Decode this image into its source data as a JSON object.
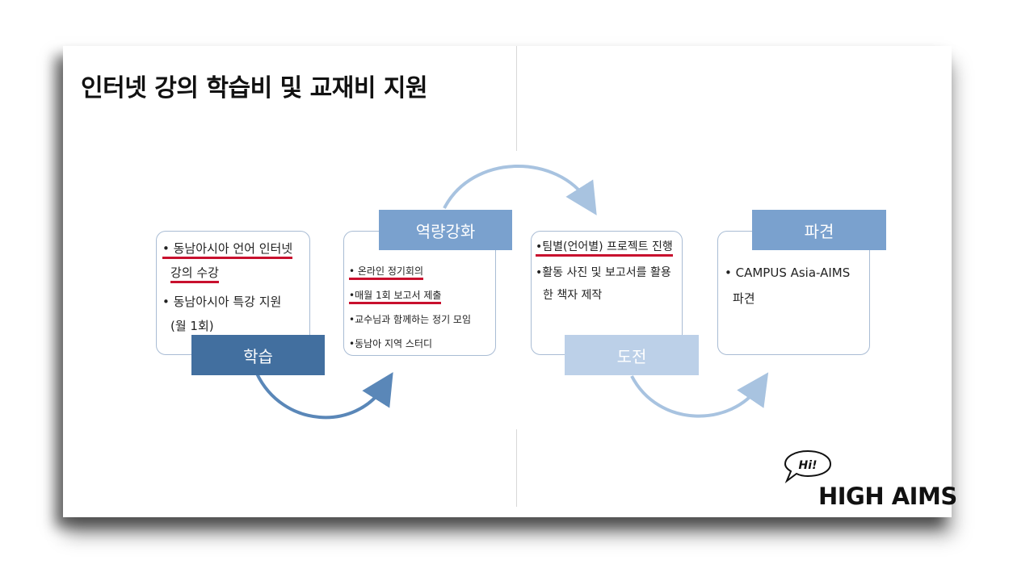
{
  "slide": {
    "title": "인터넷 강의 학습비 및 교재비 지원"
  },
  "stages": [
    {
      "label": "학습",
      "items": [
        "• 동남아시아 언어 인터넷",
        "강의 수강",
        "• 동남아시아 특강 지원",
        "(월 1회)"
      ]
    },
    {
      "label": "역량강화",
      "items": [
        "• 온라인 정기회의",
        "•매월 1회 보고서 제출",
        "•교수님과 함께하는 정기 모임",
        "•동남아 지역 스터디"
      ]
    },
    {
      "label": "도전",
      "items": [
        "•팀별(언어별) 프로젝트 진행",
        "•활동 사진 및 보고서를 활용",
        "한 책자 제작"
      ]
    },
    {
      "label": "파견",
      "items": [
        "• CAMPUS Asia-AIMS",
        "파견"
      ]
    }
  ],
  "colors": {
    "label_dark": "#426f9f",
    "label_mid": "#7aa1ce",
    "label_light": "#bcd0e8",
    "arrow_dark": "#5a87b8",
    "arrow_light": "#a8c3e0",
    "underline": "#c8102e"
  },
  "logo": {
    "bubble": "Hi!",
    "text": "HIGH AIMS"
  }
}
